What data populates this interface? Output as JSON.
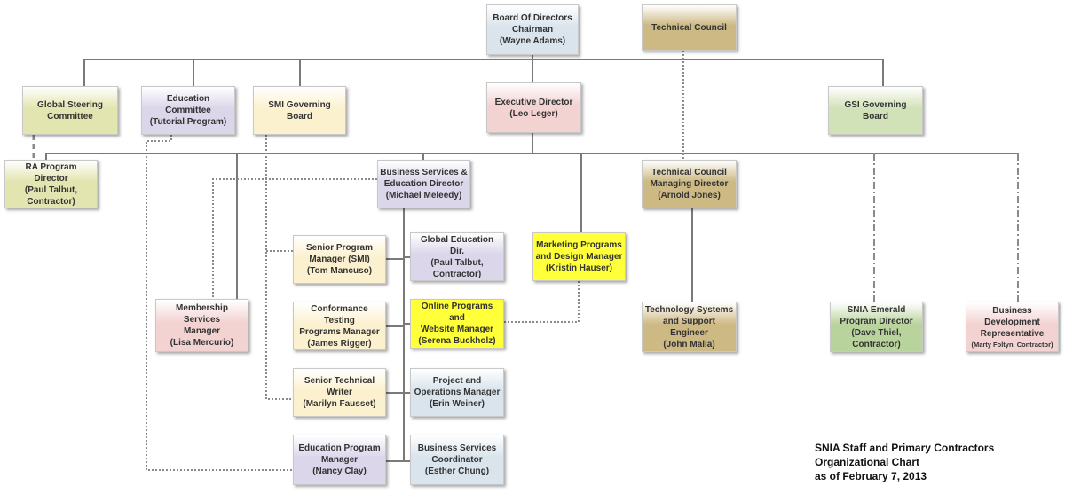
{
  "title": "SNIA Staff and Primary Contractors Organizational Chart",
  "caption": [
    "SNIA Staff and Primary Contractors",
    "Organizational Chart",
    "as of February 7, 2013"
  ],
  "colors": {
    "blue": "#d9e4ec",
    "tan": "#cdb984",
    "olive": "#e3e5b0",
    "lavender": "#dcd6ea",
    "cream": "#fcf1cf",
    "pink": "#f3d2d2",
    "green": "#d2e2b8",
    "green2": "#b8d49c",
    "yellow": "#ffff3a"
  },
  "nodes": {
    "board": {
      "lines": [
        "Board Of Directors",
        "Chairman",
        "(Wayne Adams)"
      ],
      "color": "blue"
    },
    "techcouncil": {
      "lines": [
        "Technical Council"
      ],
      "color": "tan"
    },
    "gsc": {
      "lines": [
        "Global Steering",
        "Committee"
      ],
      "color": "olive"
    },
    "educomm": {
      "lines": [
        "Education Committee",
        "(Tutorial Program)"
      ],
      "color": "lavender"
    },
    "smi": {
      "lines": [
        "SMI Governing",
        "Board"
      ],
      "color": "cream"
    },
    "exec": {
      "lines": [
        "Executive Director",
        "(Leo Leger)"
      ],
      "color": "pink"
    },
    "gsi": {
      "lines": [
        "GSI Governing Board"
      ],
      "color": "green"
    },
    "ra": {
      "lines": [
        "RA Program Director",
        "(Paul Talbut,",
        "Contractor)"
      ],
      "color": "olive"
    },
    "bsed": {
      "lines": [
        "Business Services &",
        "Education Director",
        "(Michael Meleedy)"
      ],
      "color": "lavender"
    },
    "tcmd": {
      "lines": [
        "Technical Council",
        "Managing Director",
        "(Arnold Jones)"
      ],
      "color": "tan"
    },
    "marketing": {
      "lines": [
        "Marketing Programs",
        "and Design Manager",
        "(Kristin Hauser)"
      ],
      "color": "yellow"
    },
    "spm": {
      "lines": [
        "Senior Program",
        "Manager (SMI)",
        "(Tom Mancuso)"
      ],
      "color": "cream"
    },
    "globaled": {
      "lines": [
        "Global Education Dir.",
        "(Paul Talbut,",
        "Contractor)"
      ],
      "color": "lavender"
    },
    "membership": {
      "lines": [
        "Membership Services",
        "Manager",
        "(Lisa Mercurio)"
      ],
      "color": "pink"
    },
    "conformance": {
      "lines": [
        "Conformance Testing",
        "Programs Manager",
        "(James Rigger)"
      ],
      "color": "cream"
    },
    "online": {
      "lines": [
        "Online Programs and",
        "Website Manager",
        "(Serena Buckholz)"
      ],
      "color": "yellow"
    },
    "techsys": {
      "lines": [
        "Technology Systems",
        "and Support Engineer",
        "(John Malia)"
      ],
      "color": "tan"
    },
    "emerald": {
      "lines": [
        "SNIA Emerald",
        "Program Director",
        "(Dave Thiel,",
        "Contractor)"
      ],
      "color": "green2"
    },
    "bizdev": {
      "lines": [
        "Business",
        "Development",
        "Representative",
        "(Marty Foltyn, Contractor)"
      ],
      "color": "pink"
    },
    "writer": {
      "lines": [
        "Senior Technical",
        "Writer",
        "(Marilyn Fausset)"
      ],
      "color": "cream"
    },
    "projops": {
      "lines": [
        "Project and",
        "Operations Manager",
        "(Erin Weiner)"
      ],
      "color": "blue"
    },
    "edprog": {
      "lines": [
        "Education Program",
        "Manager",
        "(Nancy Clay)"
      ],
      "color": "lavender"
    },
    "bscoord": {
      "lines": [
        "Business Services",
        "Coordinator",
        "(Esther Chung)"
      ],
      "color": "blue"
    }
  }
}
